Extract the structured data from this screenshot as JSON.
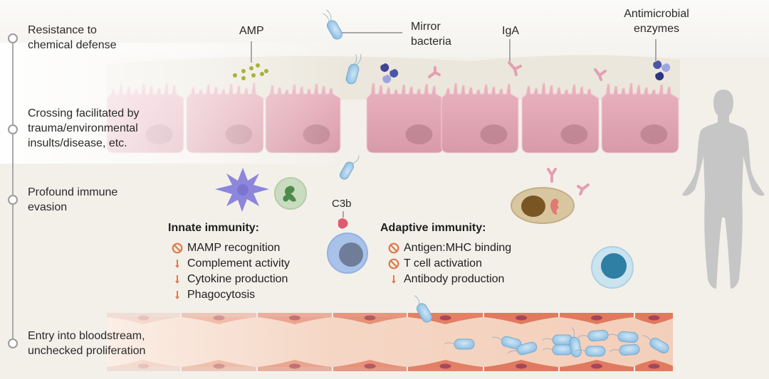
{
  "timeline": {
    "stages": [
      {
        "lines": [
          "Resistance to",
          "chemical defense"
        ]
      },
      {
        "lines": [
          "Crossing facilitated by",
          "trauma/environmental",
          "insults/disease, etc."
        ]
      },
      {
        "lines": [
          "Profound immune",
          "evasion"
        ]
      },
      {
        "lines": [
          "Entry into bloodstream,",
          "unchecked proliferation"
        ]
      }
    ]
  },
  "callouts": {
    "amp": "AMP",
    "mirror_bacteria": [
      "Mirror",
      "bacteria"
    ],
    "iga": "IgA",
    "antimicrobial_enzymes": [
      "Antimicrobial",
      "enzymes"
    ],
    "c3b": "C3b"
  },
  "innate": {
    "heading": "Innate immunity:",
    "items": [
      {
        "icon": "blocked-icon",
        "text": "MAMP recognition"
      },
      {
        "icon": "down-arrow-icon",
        "text": "Complement activity"
      },
      {
        "icon": "down-arrow-icon",
        "text": "Cytokine production"
      },
      {
        "icon": "down-arrow-icon",
        "text": "Phagocytosis"
      }
    ]
  },
  "adaptive": {
    "heading": "Adaptive immunity:",
    "items": [
      {
        "icon": "blocked-icon",
        "text": "Antigen:MHC binding"
      },
      {
        "icon": "blocked-icon",
        "text": "T cell activation"
      },
      {
        "icon": "down-arrow-icon",
        "text": "Antibody production"
      }
    ]
  },
  "colors": {
    "epithelium": "#e3a8b4",
    "nucleus": "#b87f8e",
    "bacteria": "#9fcbe8",
    "vessel_wall": "#e07a5f",
    "vessel_lumen": "#f5d9c8",
    "icon_orange": "#e07a4a",
    "amp_dots": "#a9b23a",
    "enzyme": "#4b4f9a",
    "antibody": "#e8a6b7",
    "body_silhouette": "#c6c6c6"
  }
}
